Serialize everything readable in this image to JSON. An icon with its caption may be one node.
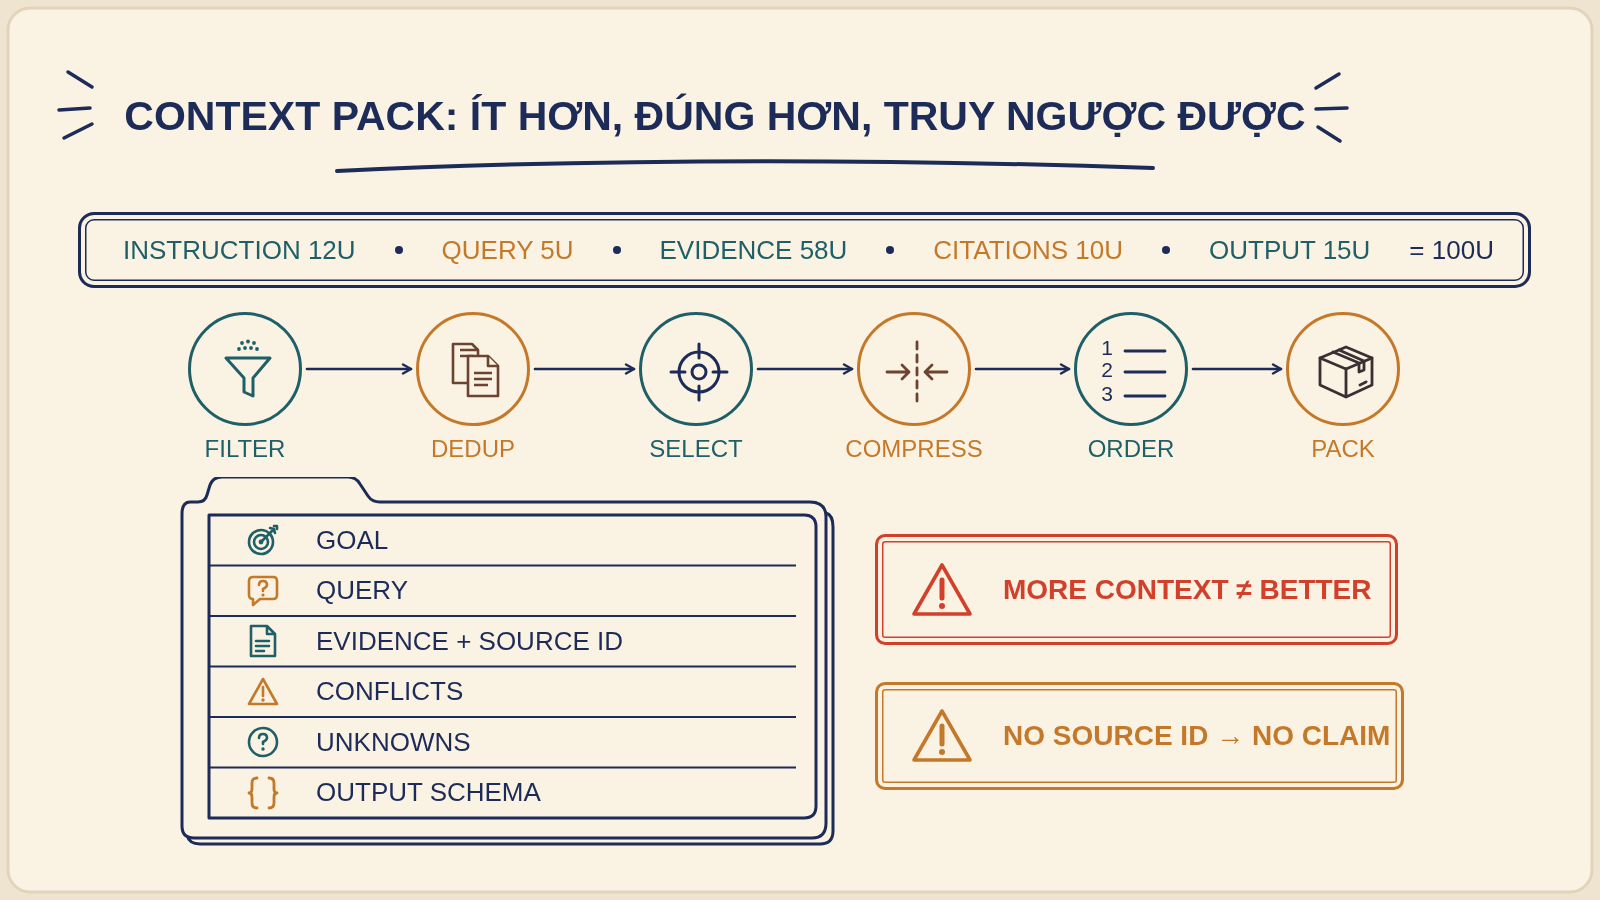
{
  "diagram": {
    "title": "CONTEXT PACK: ÍT HƠN, ĐÚNG HƠN, TRUY NGƯỢC ĐƯỢC",
    "nodes": [
      {
        "text": [
          "INSTRUCTION 12U",
          "QUERY 5U",
          "EVIDENCE 58U",
          "CITATIONS 10U",
          "OUTPUT 15U",
          "= 100U"
        ]
      },
      {
        "text": [
          "FILTER"
        ]
      },
      {
        "text": [
          "DEDUP"
        ]
      },
      {
        "text": [
          "SELECT"
        ]
      },
      {
        "text": [
          "COMPRESS"
        ]
      },
      {
        "text": [
          "ORDER"
        ]
      },
      {
        "text": [
          "PACK"
        ]
      },
      {
        "text": [
          "GOAL",
          "QUERY",
          "EVIDENCE + SOURCE ID",
          "CONFLICTS",
          "UNKNOWNS",
          "OUTPUT SCHEMA"
        ]
      },
      {
        "text": [
          "MORE CONTEXT ≠ BETTER"
        ]
      },
      {
        "text": [
          "NO SOURCE ID → NO CLAIM"
        ]
      }
    ],
    "edges": [
      {
        "from": 1,
        "to": 2,
        "arrow": "to"
      },
      {
        "from": 2,
        "to": 3,
        "arrow": "to"
      },
      {
        "from": 3,
        "to": 4,
        "arrow": "to"
      },
      {
        "from": 4,
        "to": 5,
        "arrow": "to"
      },
      {
        "from": 5,
        "to": 6,
        "arrow": "to"
      }
    ],
    "labels": [
      "1",
      "2",
      "3"
    ]
  }
}
